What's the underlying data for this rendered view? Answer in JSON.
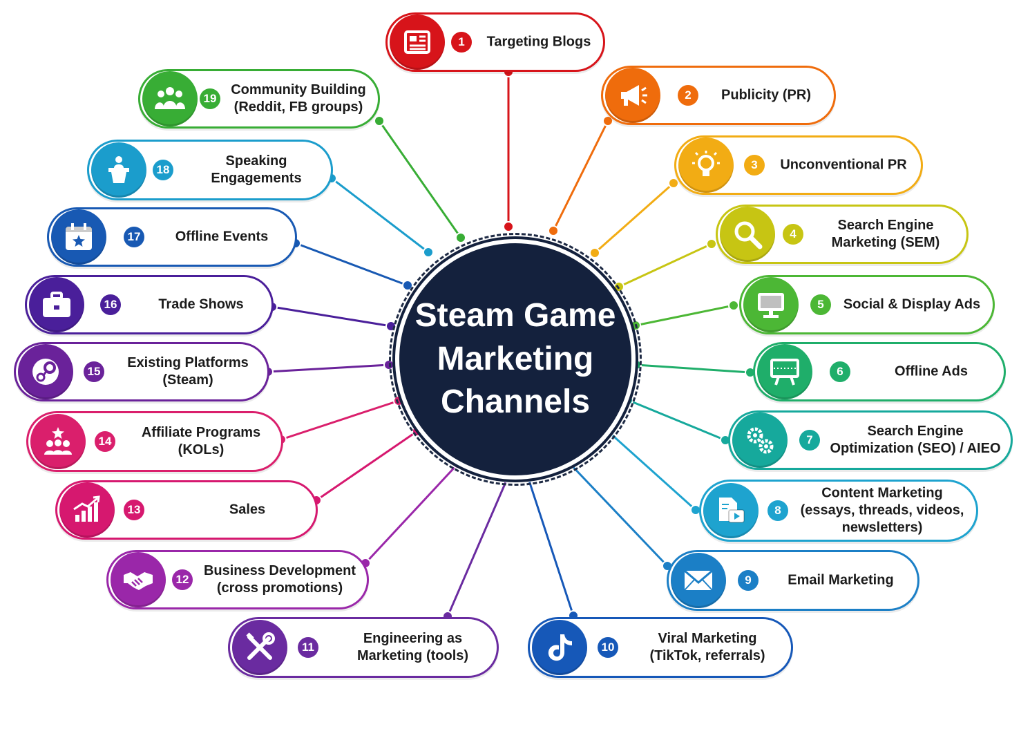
{
  "center": {
    "title": "Steam Game\nMarketing\nChannels"
  },
  "channels": [
    {
      "num": "1",
      "label": "Targeting Blogs",
      "color": "#d7141a",
      "icon": "newspaper-icon"
    },
    {
      "num": "2",
      "label": "Publicity (PR)",
      "color": "#ef6c0c",
      "icon": "megaphone-icon"
    },
    {
      "num": "3",
      "label": "Unconventional PR",
      "color": "#f2ac14",
      "icon": "lightbulb-icon"
    },
    {
      "num": "4",
      "label": "Search Engine\nMarketing (SEM)",
      "color": "#c7c513",
      "icon": "magnifier-icon"
    },
    {
      "num": "5",
      "label": "Social & Display Ads",
      "color": "#4cb735",
      "icon": "monitor-icon"
    },
    {
      "num": "6",
      "label": "Offline Ads",
      "color": "#1fae6a",
      "icon": "billboard-icon"
    },
    {
      "num": "7",
      "label": "Search Engine\nOptimization (SEO) / AIEO",
      "color": "#16a99c",
      "icon": "gears-icon"
    },
    {
      "num": "8",
      "label": "Content Marketing\n(essays, threads, videos,\nnewsletters)",
      "color": "#1ea3cf",
      "icon": "document-video-icon"
    },
    {
      "num": "9",
      "label": "Email Marketing",
      "color": "#1b7fc6",
      "icon": "envelope-icon"
    },
    {
      "num": "10",
      "label": "Viral Marketing\n(TikTok, referrals)",
      "color": "#1658b8",
      "icon": "tiktok-icon"
    },
    {
      "num": "11",
      "label": "Engineering as\nMarketing (tools)",
      "color": "#6a2ba0",
      "icon": "tools-icon"
    },
    {
      "num": "12",
      "label": "Business Development\n(cross promotions)",
      "color": "#9a27a9",
      "icon": "handshake-icon"
    },
    {
      "num": "13",
      "label": "Sales",
      "color": "#d6186f",
      "icon": "bar-chart-icon"
    },
    {
      "num": "14",
      "label": "Affiliate Programs\n(KOLs)",
      "color": "#da1f6c",
      "icon": "group-star-icon"
    },
    {
      "num": "15",
      "label": "Existing Platforms\n(Steam)",
      "color": "#6a229a",
      "icon": "steam-icon"
    },
    {
      "num": "16",
      "label": "Trade Shows",
      "color": "#4a1f9a",
      "icon": "briefcase-icon"
    },
    {
      "num": "17",
      "label": "Offline Events",
      "color": "#1859b3",
      "icon": "calendar-icon"
    },
    {
      "num": "18",
      "label": "Speaking\nEngagements",
      "color": "#1b9dcc",
      "icon": "speaker-podium-icon"
    },
    {
      "num": "19",
      "label": "Community Building\n(Reddit, FB groups)",
      "color": "#38ad35",
      "icon": "community-icon"
    }
  ]
}
